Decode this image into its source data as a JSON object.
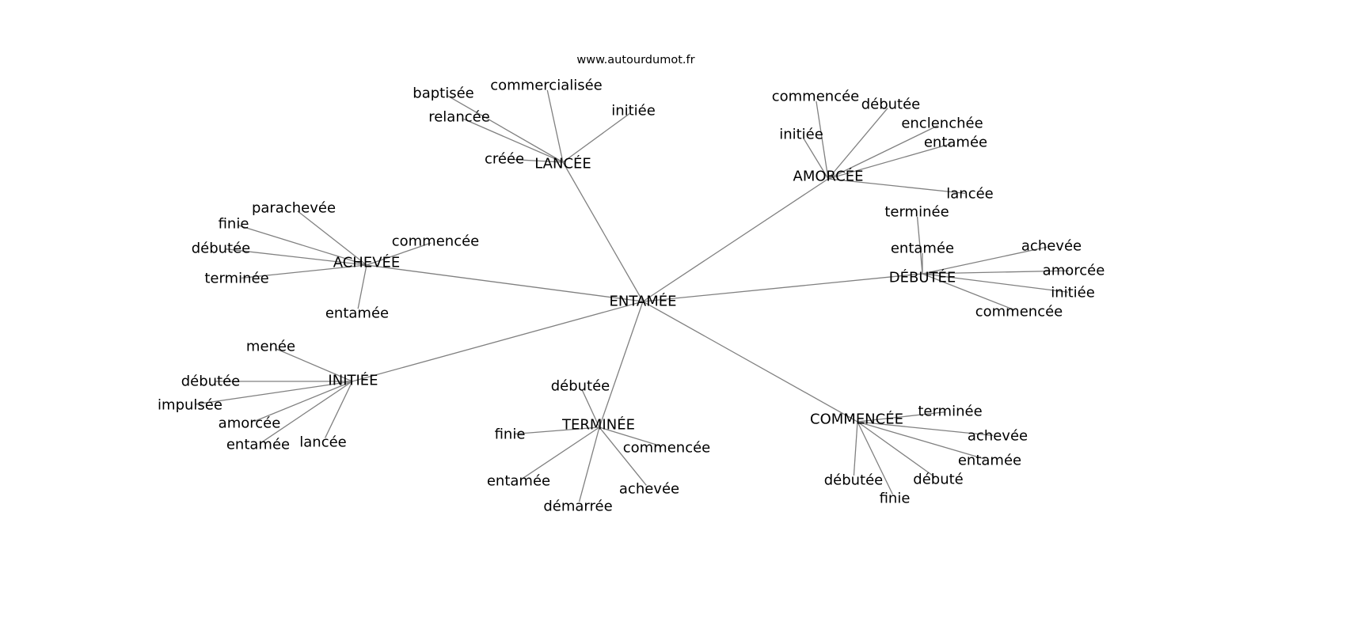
{
  "title": "www.autourdumot.fr",
  "center": "ENTAMÉE",
  "clusters": [
    {
      "label": "LANCÉE",
      "leaves": [
        "créée",
        "relancée",
        "baptisée",
        "commercialisée",
        "initiée"
      ]
    },
    {
      "label": "AMORCÉE",
      "leaves": [
        "commencée",
        "débutée",
        "enclenchée",
        "entamée",
        "lancée",
        "initiée"
      ]
    },
    {
      "label": "DÉBUTÉE",
      "leaves": [
        "terminée",
        "entamée",
        "achevée",
        "amorcée",
        "initiée",
        "commencée"
      ]
    },
    {
      "label": "ACHEVÉE",
      "leaves": [
        "parachevée",
        "finie",
        "débutée",
        "terminée",
        "entamée",
        "commencée"
      ]
    },
    {
      "label": "INITIÉE",
      "leaves": [
        "menée",
        "débutée",
        "impulsée",
        "amorcée",
        "entamée",
        "lancée"
      ]
    },
    {
      "label": "TERMINÉE",
      "leaves": [
        "débutée",
        "finie",
        "commencée",
        "entamée",
        "démarrée",
        "achevée"
      ]
    },
    {
      "label": "COMMENCÉE",
      "leaves": [
        "terminée",
        "achevée",
        "entamée",
        "débuté",
        "finie",
        "débutée"
      ]
    }
  ]
}
